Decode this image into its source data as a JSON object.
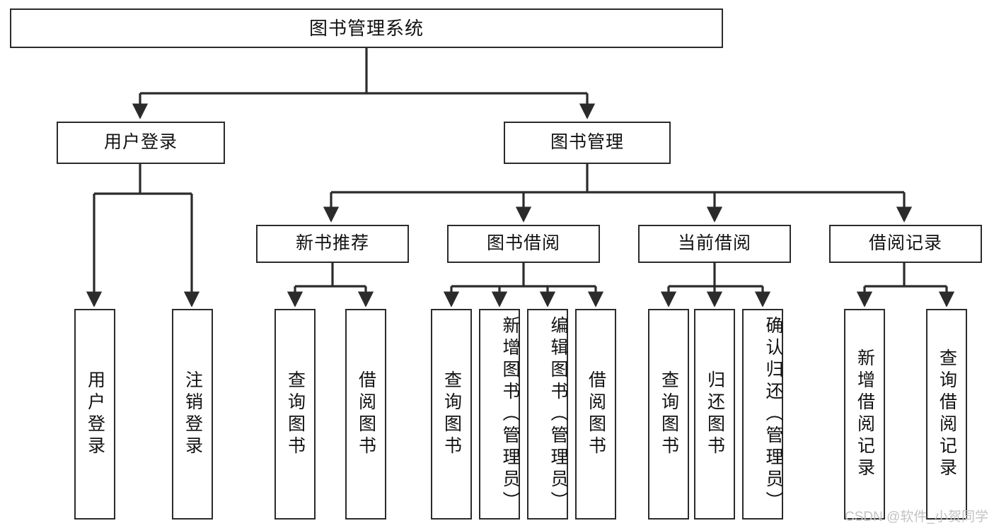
{
  "diagram": {
    "type": "tree-hierarchy-chart",
    "title": "图书管理系统",
    "stroke_color": "#2b2b2b",
    "background_color": "#ffffff",
    "text_color": "#111111",
    "root": {
      "id": "root",
      "label": "图书管理系统"
    },
    "level2": [
      {
        "id": "user-login",
        "label": "用户登录"
      },
      {
        "id": "book-manage",
        "label": "图书管理"
      }
    ],
    "level3": [
      {
        "id": "new-book-rec",
        "label": "新书推荐",
        "parent": "book-manage"
      },
      {
        "id": "book-borrow",
        "label": "图书借阅",
        "parent": "book-manage"
      },
      {
        "id": "current-borrow",
        "label": "当前借阅",
        "parent": "book-manage"
      },
      {
        "id": "borrow-record",
        "label": "借阅记录",
        "parent": "book-manage"
      }
    ],
    "leaves": [
      {
        "id": "leaf-user-login",
        "label": "用户登录",
        "parent": "user-login"
      },
      {
        "id": "leaf-logout",
        "label": "注销登录",
        "parent": "user-login"
      },
      {
        "id": "leaf-query-book-1",
        "label": "查询图书",
        "parent": "new-book-rec"
      },
      {
        "id": "leaf-borrow-book-1",
        "label": "借阅图书",
        "parent": "new-book-rec"
      },
      {
        "id": "leaf-query-book-2",
        "label": "查询图书",
        "parent": "book-borrow"
      },
      {
        "id": "leaf-add-book",
        "label": "新增图书（管理员）",
        "parent": "book-borrow"
      },
      {
        "id": "leaf-edit-book",
        "label": "编辑图书（管理员）",
        "parent": "book-borrow"
      },
      {
        "id": "leaf-borrow-book-2",
        "label": "借阅图书",
        "parent": "book-borrow"
      },
      {
        "id": "leaf-query-book-3",
        "label": "查询图书",
        "parent": "current-borrow"
      },
      {
        "id": "leaf-return-book",
        "label": "归还图书",
        "parent": "current-borrow"
      },
      {
        "id": "leaf-confirm-return",
        "label": "确认归还（管理员）",
        "parent": "current-borrow"
      },
      {
        "id": "leaf-add-record",
        "label": "新增借阅记录",
        "parent": "borrow-record"
      },
      {
        "id": "leaf-query-record",
        "label": "查询借阅记录",
        "parent": "borrow-record"
      }
    ]
  },
  "watermark": {
    "text": "CSDN @软件_小贺同学"
  }
}
